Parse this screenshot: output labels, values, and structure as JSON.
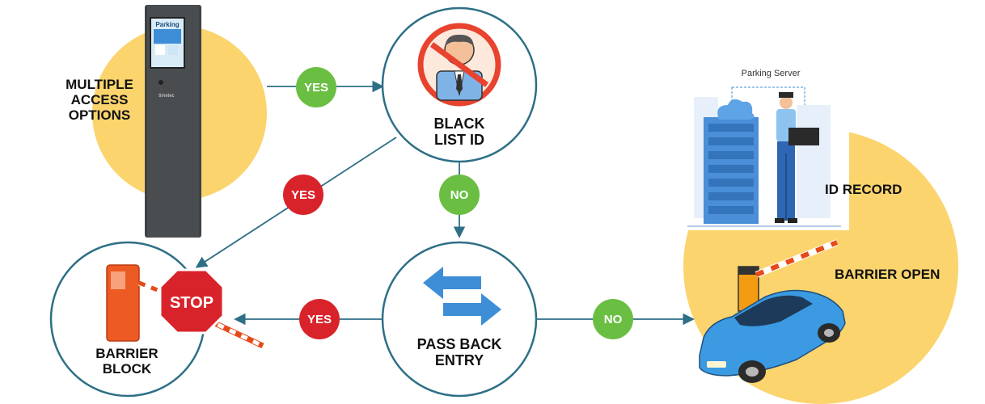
{
  "nodes": {
    "multiple_access": "MULTIPLE\nACCESS\nOPTIONS",
    "black_list": "BLACK\nLIST ID",
    "pass_back": "PASS BACK\nENTRY",
    "barrier_block": "BARRIER\nBLOCK",
    "id_record": "ID RECORD",
    "barrier_open": "BARRIER OPEN",
    "parking_server": "Parking Server"
  },
  "badges": {
    "access_to_blacklist": "YES",
    "blacklist_to_block": "YES",
    "blacklist_to_passback": "NO",
    "passback_to_block": "YES",
    "passback_to_open": "NO"
  },
  "kiosk": {
    "screen_brand": "Parking",
    "body_brand": "timetec"
  },
  "stop_sign": "STOP",
  "colors": {
    "connector": "#2d6f86",
    "yes": "#d9232a",
    "no": "#6abf43",
    "highlight": "#fbd46d",
    "barrier": "#ee5a24"
  }
}
